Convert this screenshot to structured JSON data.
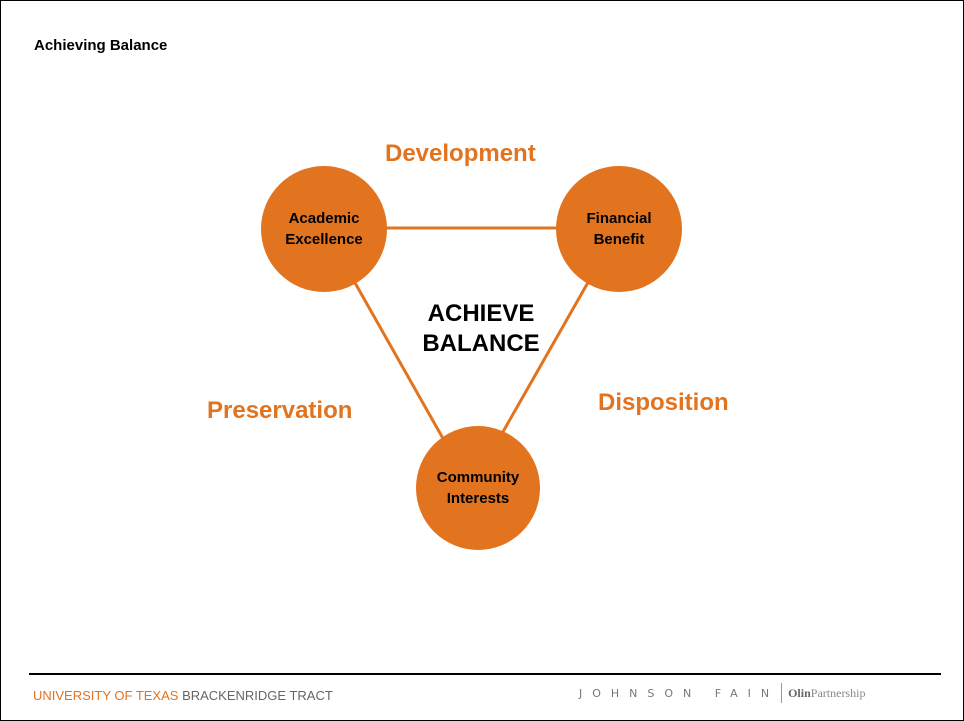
{
  "slide": {
    "title": "Achieving Balance"
  },
  "diagram": {
    "accent_color": "#e2731f",
    "nodes": {
      "academic": {
        "line1": "Academic",
        "line2": "Excellence"
      },
      "financial": {
        "line1": "Financial",
        "line2": "Benefit"
      },
      "community": {
        "line1": "Community",
        "line2": "Interests"
      }
    },
    "edge_labels": {
      "top": "Development",
      "left": "Preservation",
      "right": "Disposition"
    },
    "center": {
      "line1": "ACHIEVE",
      "line2": "BALANCE"
    }
  },
  "footer": {
    "org": "UNIVERSITY OF TEXAS",
    "site": " BRACKENRIDGE TRACT",
    "firm": "JOHNSON FAIN",
    "partner_bold": "Olin",
    "partner_rest": "Partnership"
  }
}
